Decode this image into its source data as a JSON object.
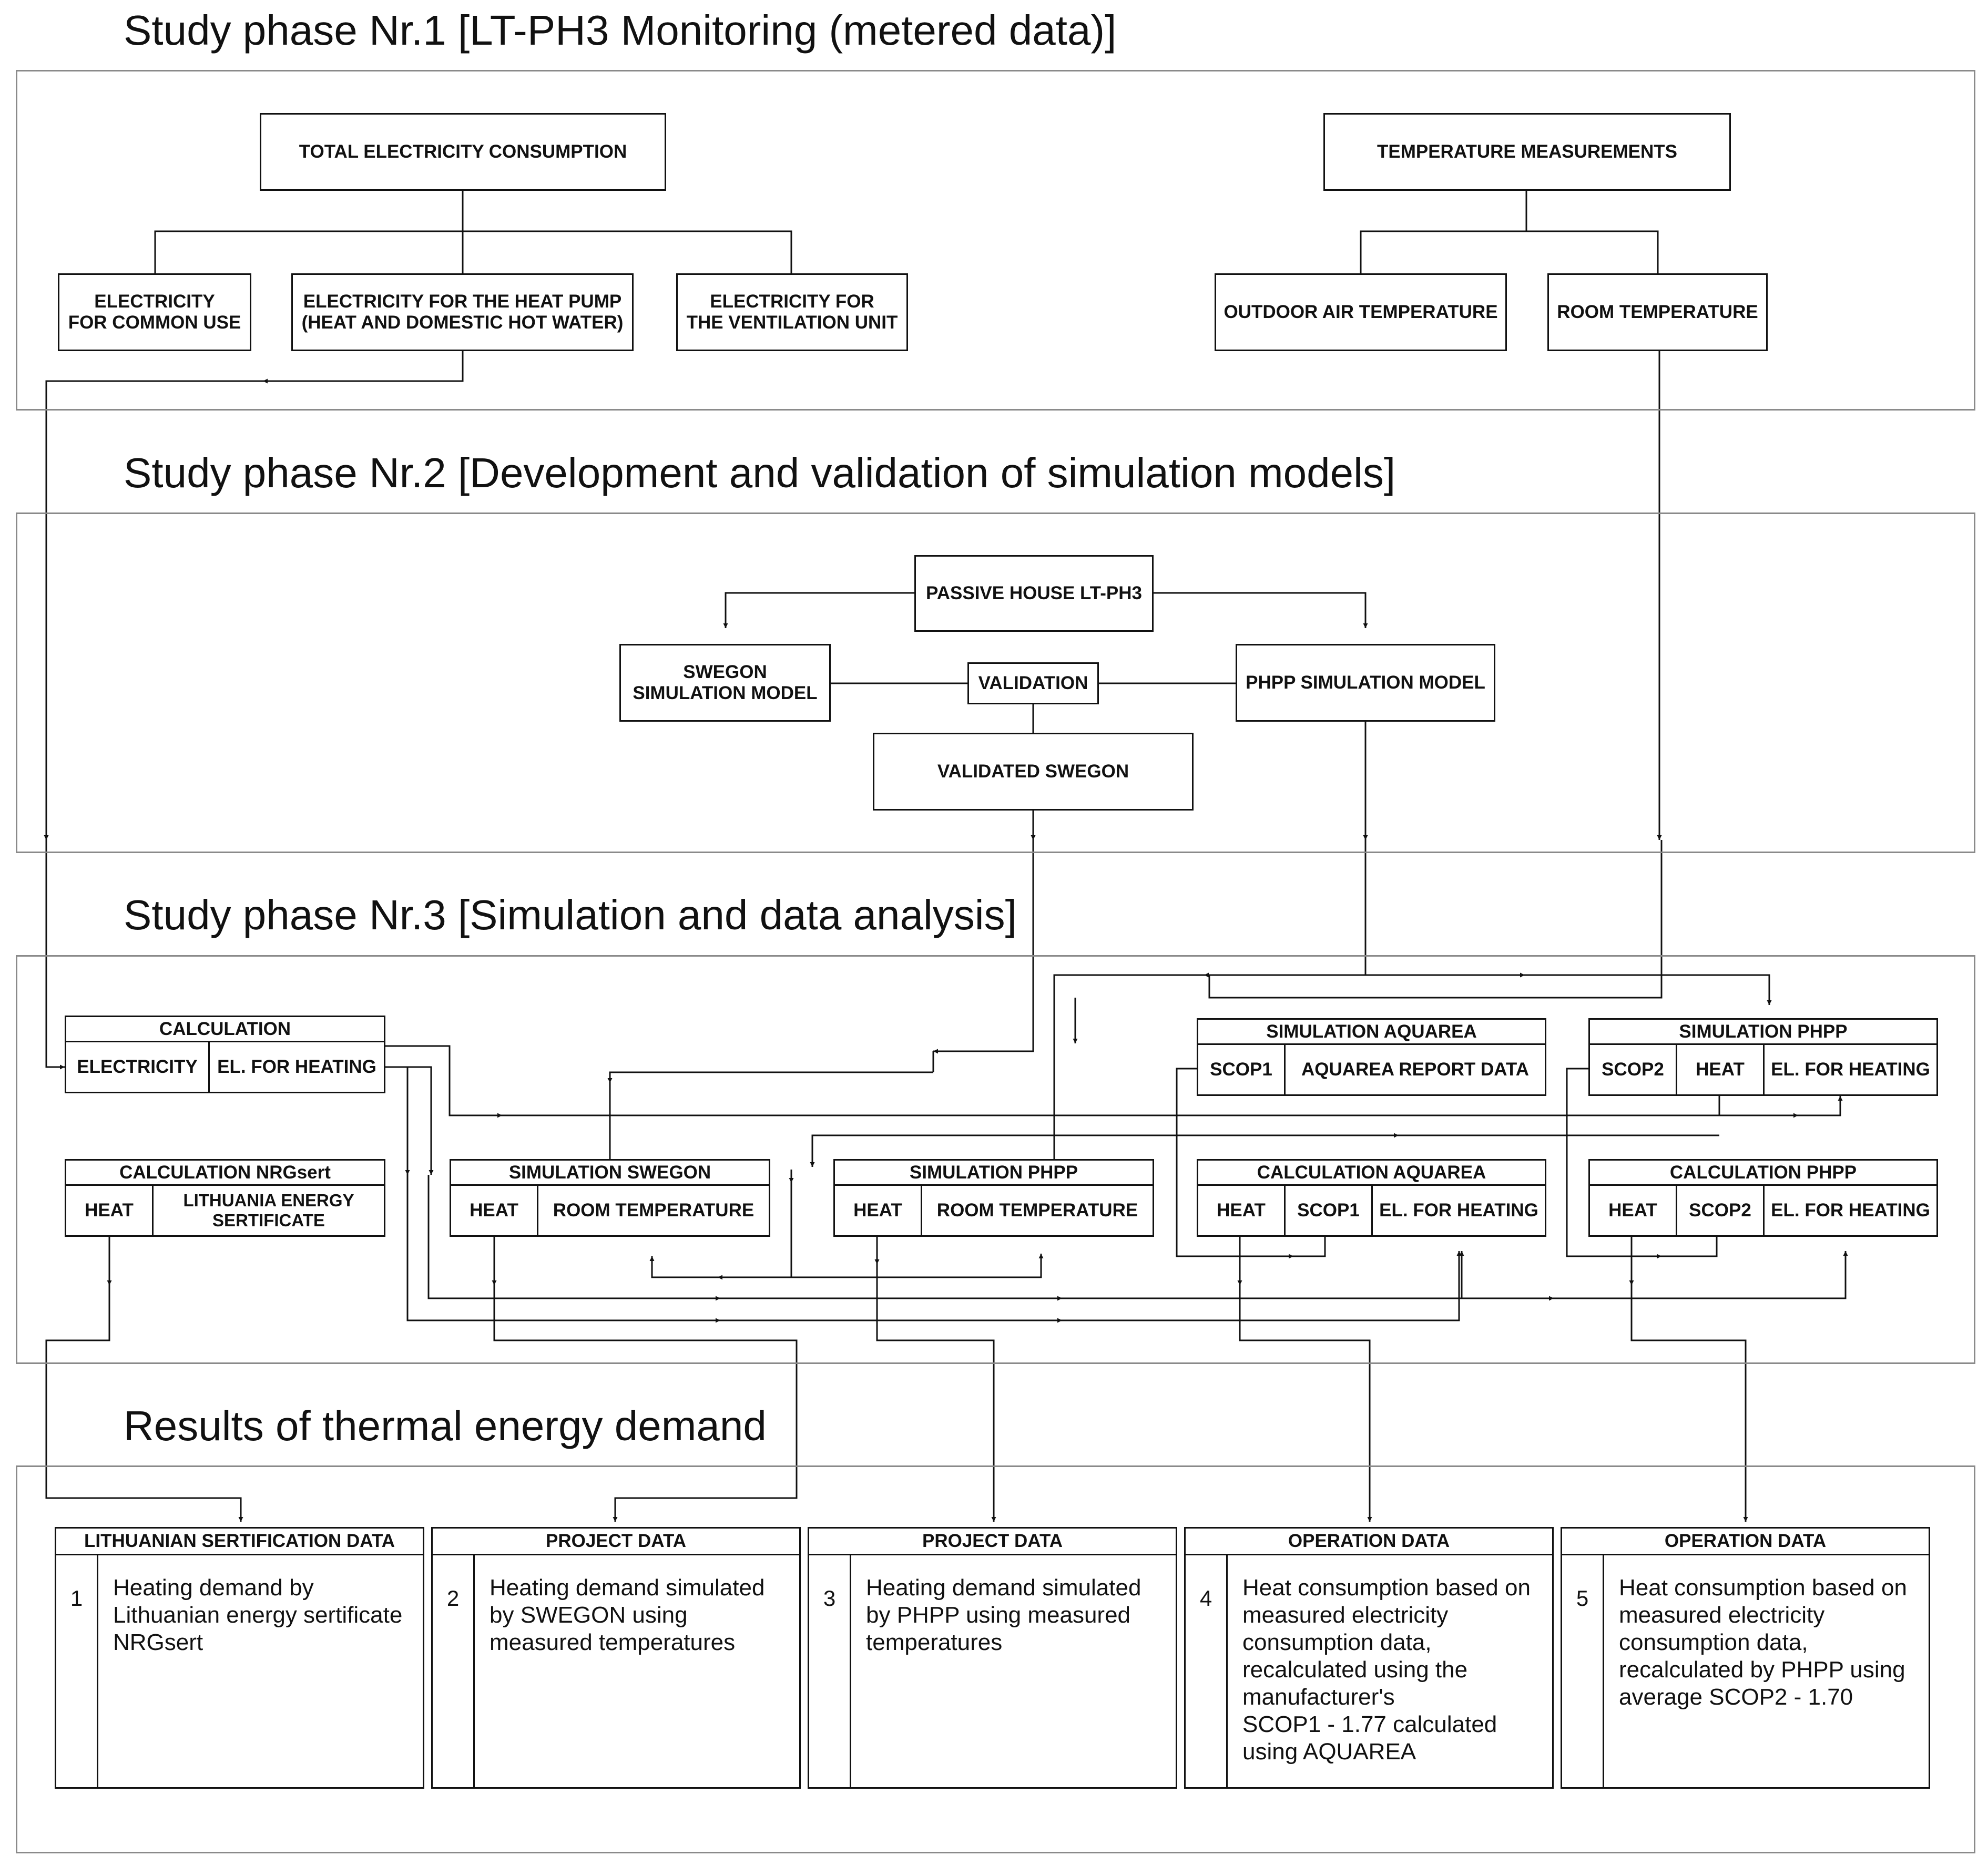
{
  "phases": {
    "p1": "Study phase Nr.1 [LT-PH3 Monitoring (metered data)]",
    "p2": "Study phase Nr.2 [Development and validation of simulation models]",
    "p3": "Study phase Nr.3 [Simulation and data analysis]",
    "p4": "Results of thermal energy demand"
  },
  "phase1": {
    "total_electricity": "TOTAL ELECTRICITY CONSUMPTION",
    "elec_common": "ELECTRICITY\nFOR COMMON USE",
    "elec_heat_pump": "ELECTRICITY FOR THE HEAT PUMP\n(HEAT AND DOMESTIC HOT WATER)",
    "elec_ventilation": "ELECTRICITY FOR\nTHE VENTILATION UNIT",
    "temperature_measurements": "TEMPERATURE MEASUREMENTS",
    "outdoor_temp": "OUTDOOR AIR TEMPERATURE",
    "room_temp": "ROOM TEMPERATURE"
  },
  "phase2": {
    "passive_house": "PASSIVE HOUSE LT-PH3",
    "swegon_model": "SWEGON\nSIMULATION MODEL",
    "validation": "VALIDATION",
    "phpp_model": "PHPP SIMULATION MODEL",
    "validated_swegon": "VALIDATED SWEGON"
  },
  "phase3": {
    "calculation": {
      "title": "CALCULATION",
      "c1": "ELECTRICITY",
      "c2": "EL. FOR HEATING"
    },
    "calc_nrgsert": {
      "title": "CALCULATION  NRGsert",
      "c1": "HEAT",
      "c2": "LITHUANIA ENERGY\nSERTIFICATE"
    },
    "sim_swegon": {
      "title": "SIMULATION SWEGON",
      "c1": "HEAT",
      "c2": "ROOM TEMPERATURE"
    },
    "sim_phpp_lower": {
      "title": "SIMULATION PHPP",
      "c1": "HEAT",
      "c2": "ROOM TEMPERATURE"
    },
    "sim_aquarea": {
      "title": "SIMULATION AQUAREA",
      "c1": "SCOP1",
      "c2": "AQUAREA  REPORT DATA"
    },
    "sim_phpp_upper": {
      "title": "SIMULATION  PHPP",
      "c1": "SCOP2",
      "c2": "HEAT",
      "c3": "EL. FOR HEATING"
    },
    "calc_aquarea": {
      "title": "CALCULATION   AQUAREA",
      "c1": "HEAT",
      "c2": "SCOP1",
      "c3": "EL. FOR HEATING"
    },
    "calc_phpp": {
      "title": "CALCULATION  PHPP",
      "c1": "HEAT",
      "c2": "SCOP2",
      "c3": "EL. FOR HEATING"
    }
  },
  "results": [
    {
      "header": "LITHUANIAN SERTIFICATION DATA",
      "num": "1",
      "text": "Heating demand by\nLithuanian energy sertificate\nNRGsert"
    },
    {
      "header": "PROJECT DATA",
      "num": "2",
      "text": "Heating demand simulated\nby SWEGON using\nmeasured temperatures"
    },
    {
      "header": "PROJECT DATA",
      "num": "3",
      "text": "Heating demand simulated\nby PHPP using measured\ntemperatures"
    },
    {
      "header": "OPERATION DATA",
      "num": "4",
      "text": "Heat consumption based on\nmeasured electricity\nconsumption data,\nrecalculated using the\nmanufacturer's\nSCOP1 - 1.77 calculated\nusing AQUAREA"
    },
    {
      "header": "OPERATION DATA",
      "num": "5",
      "text": "Heat consumption based on\nmeasured electricity\nconsumption data,\nrecalculated by PHPP using\naverage SCOP2 - 1.70"
    }
  ]
}
